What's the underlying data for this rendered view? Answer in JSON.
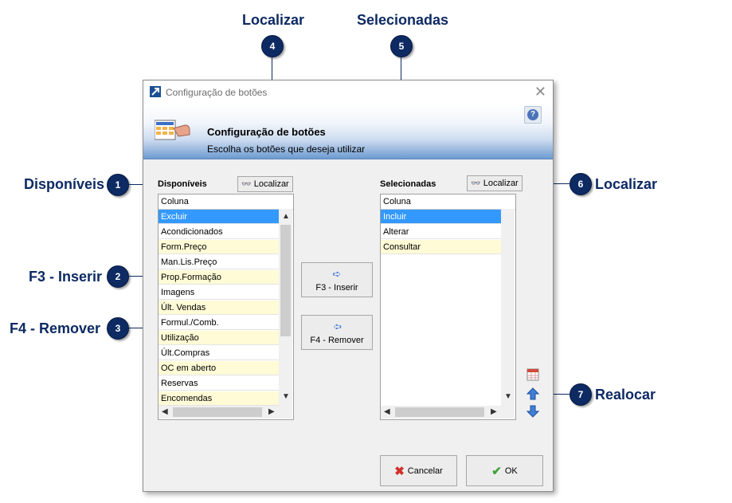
{
  "annotations": {
    "top": [
      {
        "num": "4",
        "label": "Localizar"
      },
      {
        "num": "5",
        "label": "Selecionadas"
      }
    ],
    "left": [
      {
        "num": "1",
        "label": "Disponíveis"
      },
      {
        "num": "2",
        "label": "F3 - Inserir"
      },
      {
        "num": "3",
        "label": "F4 - Remover"
      }
    ],
    "right": [
      {
        "num": "6",
        "label": "Localizar"
      },
      {
        "num": "7",
        "label": "Realocar"
      }
    ],
    "color": "#0d2a63"
  },
  "window": {
    "title": "Configuração de botões",
    "banner_title": "Configuração de botões",
    "banner_subtitle": "Escolha os botões que deseja utilizar",
    "help": "?"
  },
  "available": {
    "label": "Disponíveis",
    "find_button": "Localizar",
    "column_header": "Coluna",
    "items": [
      "Excluir",
      "Acondicionados",
      "Form.Preço",
      "Man.Lis.Preço",
      "Prop.Formação",
      "Imagens",
      "Últ. Vendas",
      "Formul./Comb.",
      "Utilização",
      "Últ.Compras",
      "OC em aberto",
      "Reservas",
      "Encomendas"
    ],
    "selected_item": "Excluir"
  },
  "selected": {
    "label": "Selecionadas",
    "find_button": "Localizar",
    "column_header": "Coluna",
    "items": [
      "Incluir",
      "Alterar",
      "Consultar"
    ],
    "selected_item": "Incluir"
  },
  "buttons": {
    "insert": "F3 - Inserir",
    "remove": "F4 - Remover",
    "cancel": "Cancelar",
    "ok": "OK"
  },
  "colors": {
    "selection": "#3399ff",
    "alt_row": "#fffbd6",
    "banner_blue": "#6d9ad0"
  }
}
